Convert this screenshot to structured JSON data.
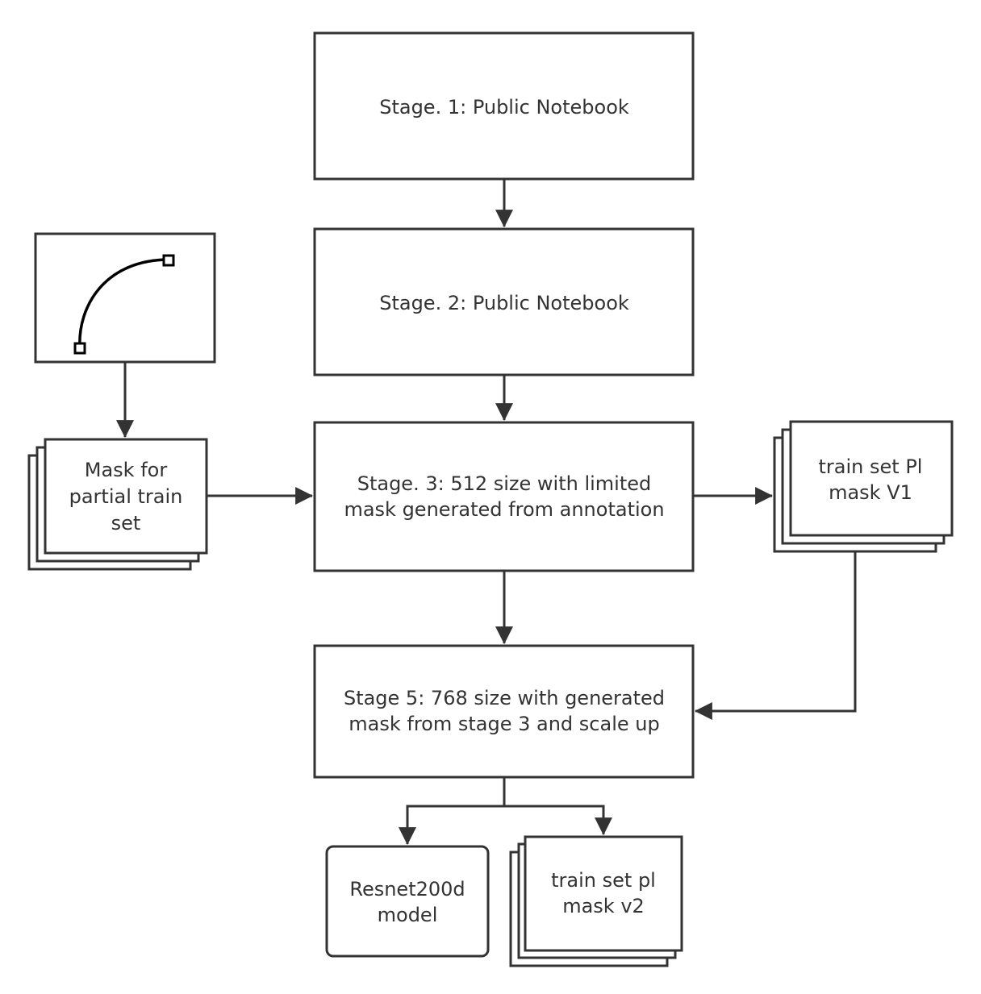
{
  "diagram": {
    "stroke_color": "#333333",
    "background": "#ffffff",
    "nodes": {
      "stage1": {
        "lines": [
          "Stage. 1: Public Notebook"
        ]
      },
      "stage2": {
        "lines": [
          "Stage. 2: Public Notebook"
        ]
      },
      "stage3": {
        "lines": [
          "Stage. 3: 512 size with limited",
          "mask generated from annotation"
        ]
      },
      "stage5": {
        "lines": [
          "Stage 5: 768 size with generated",
          "mask from stage 3 and scale up"
        ]
      },
      "mask_partial": {
        "lines": [
          "Mask for",
          "partial train",
          "set"
        ]
      },
      "pl_mask_v1": {
        "lines": [
          "train set Pl",
          "mask V1"
        ]
      },
      "resnet_model": {
        "lines": [
          "Resnet200d",
          "model"
        ]
      },
      "pl_mask_v2": {
        "lines": [
          "train set pl",
          "mask v2"
        ]
      },
      "annotation": {
        "icon": "bezier-curve-icon"
      }
    },
    "edges": [
      {
        "from": "stage1",
        "to": "stage2"
      },
      {
        "from": "stage2",
        "to": "stage3"
      },
      {
        "from": "annotation",
        "to": "mask_partial"
      },
      {
        "from": "mask_partial",
        "to": "stage3"
      },
      {
        "from": "stage3",
        "to": "pl_mask_v1"
      },
      {
        "from": "stage3",
        "to": "stage5"
      },
      {
        "from": "pl_mask_v1",
        "to": "stage5"
      },
      {
        "from": "stage5",
        "to": "resnet_model"
      },
      {
        "from": "stage5",
        "to": "pl_mask_v2"
      }
    ]
  }
}
